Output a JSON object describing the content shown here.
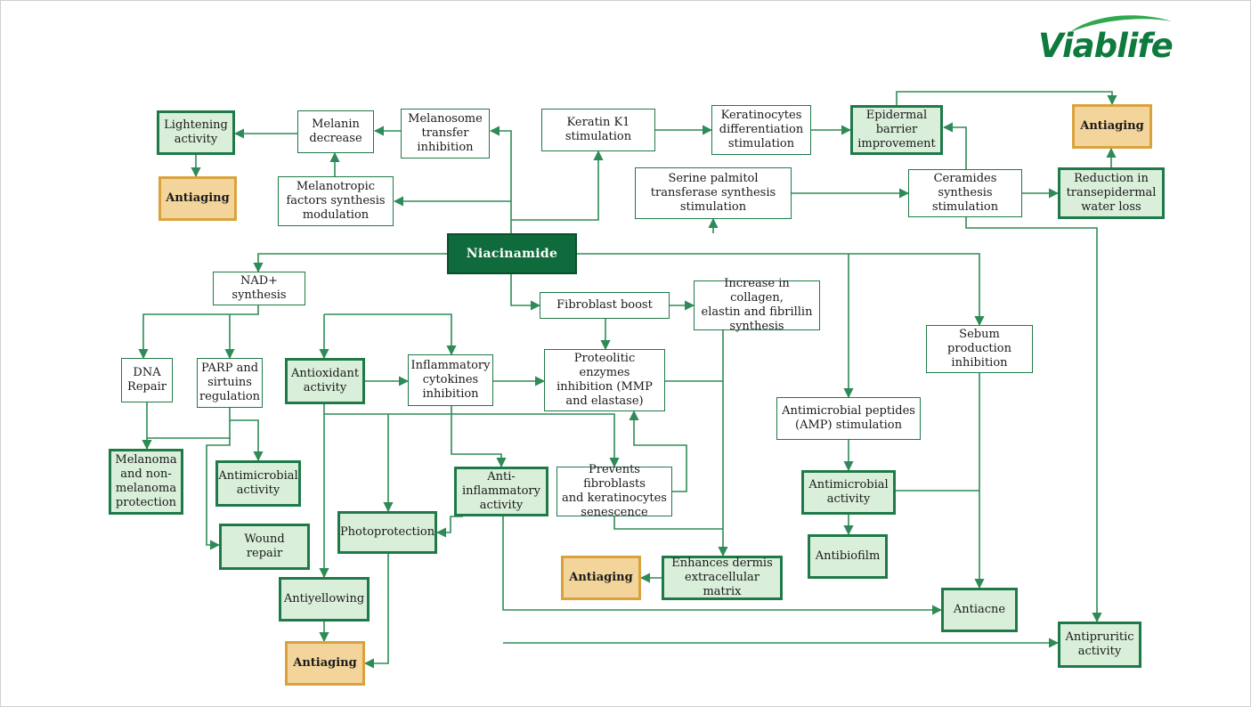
{
  "brand": {
    "name": "Viablife",
    "color": "#0e7a3d"
  },
  "colors": {
    "line": "#2e8b57",
    "node_border": "#1f7a48",
    "effect_fill": "#d9efda",
    "aging_fill": "#f3d49b",
    "aging_border": "#d9a23c",
    "hub_fill": "#0f6b3c"
  },
  "nodes": {
    "niacinamide": "Niacinamide",
    "lightening_activity": "Lightening\nactivity",
    "antiaging_left": "Antiaging",
    "melanin_decrease": "Melanin\ndecrease",
    "melanosome_transfer": "Melanosome\ntransfer\ninhibition",
    "melanotropic_factors": "Melanotropic\nfactors synthesis\nmodulation",
    "keratin_k1": "Keratin K1\nstimulation",
    "keratinocytes_diff": "Keratinocytes\ndifferentiation\nstimulation",
    "epidermal_barrier": "Epidermal\nbarrier\nimprovement",
    "antiaging_top_right": "Antiaging",
    "serine_palmitol": "Serine palmitol\ntransferase synthesis\nstimulation",
    "ceramides": "Ceramides\nsynthesis\nstimulation",
    "reduction_tewl": "Reduction in\ntransepidermal\nwater loss",
    "nad_synthesis": "NAD+\nsynthesis",
    "fibroblast_boost": "Fibroblast boost",
    "collagen_increase": "Increase in collagen,\nelastin and fibrillin\nsynthesis",
    "dna_repair": "DNA\nRepair",
    "parp_sirtuins": "PARP and\nsirtuins\nregulation",
    "antioxidant": "Antioxidant\nactivity",
    "inflammatory_cytokines": "Inflammatory\ncytokines\ninhibition",
    "proteolytic_enzymes": "Proteolitic enzymes\ninhibition (MMP\nand elastase)",
    "sebum_inhibition": "Sebum\nproduction\ninhibition",
    "amp_stimulation": "Antimicrobial peptides\n(AMP) stimulation",
    "melanoma_protection": "Melanoma\nand non-\nmelanoma\nprotection",
    "antimicrobial_left": "Antimicrobial\nactivity",
    "wound_repair": "Wound repair",
    "anti_inflammatory": "Anti-\ninflammatory\nactivity",
    "prevents_senescence": "Prevents fibroblasts\nand keratinocytes\nsenescence",
    "photoprotection": "Photoprotection",
    "antimicrobial_right": "Antimicrobial\nactivity",
    "antibiofilm": "Antibiofilm",
    "antiaging_mid": "Antiaging",
    "enhances_dermis": "Enhances dermis\nextracellular matrix",
    "antiyellowing": "Antiyellowing",
    "antiacne": "Antiacne",
    "antiaging_bottom": "Antiaging",
    "antipruritic": "Antipruritic\nactivity"
  }
}
